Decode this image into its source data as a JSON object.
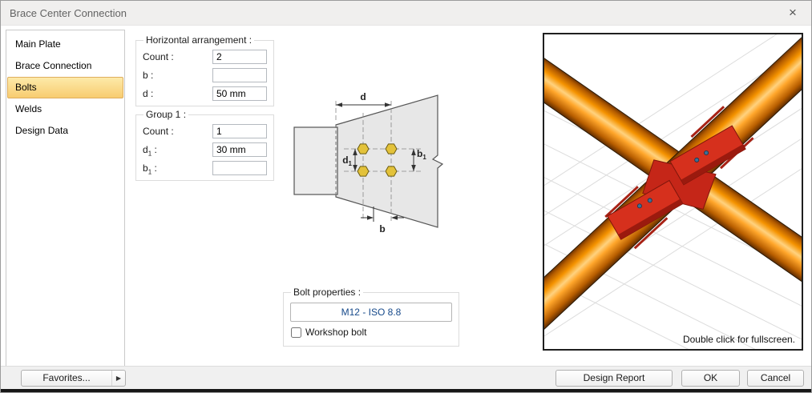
{
  "window": {
    "title": "Brace Center Connection",
    "close_glyph": "×"
  },
  "sidebar": {
    "items": [
      {
        "label": "Main Plate"
      },
      {
        "label": "Brace Connection"
      },
      {
        "label": "Bolts"
      },
      {
        "label": "Welds"
      },
      {
        "label": "Design Data"
      }
    ]
  },
  "horizontal_arrangement": {
    "title": "Horizontal arrangement :",
    "rows": [
      {
        "base": "Count",
        "sub": "",
        "colon": " :",
        "value": "2"
      },
      {
        "base": "b",
        "sub": "",
        "colon": " :",
        "value": ""
      },
      {
        "base": "d",
        "sub": "",
        "colon": " :",
        "value": "50 mm"
      }
    ]
  },
  "group1": {
    "title": "Group 1 :",
    "rows": [
      {
        "base": "Count",
        "sub": "",
        "colon": " :",
        "value": "1"
      },
      {
        "base": "d",
        "sub": "1",
        "colon": " :",
        "value": "30 mm"
      },
      {
        "base": "b",
        "sub": "1",
        "colon": " :",
        "value": ""
      }
    ]
  },
  "diagram": {
    "dim_d": "d",
    "dim_b": "b",
    "dim_b1_base": "b",
    "dim_b1_sub": "1",
    "dim_d1_base": "d",
    "dim_d1_sub": "1"
  },
  "bolt_properties": {
    "title": "Bolt properties :",
    "bolt_button": "M12 - ISO 8.8",
    "workshop_label": "Workshop bolt",
    "workshop_checked": false
  },
  "preview": {
    "caption": "Double click for fullscreen."
  },
  "footer": {
    "favorites": "Favorites...",
    "favorites_arrow": "▶",
    "design_report": "Design Report",
    "ok": "OK",
    "cancel": "Cancel"
  },
  "colors": {
    "selection_highlight": "#f8cc70",
    "brace_orange": "#ff9a1c",
    "plate_red": "#d6301d",
    "bolt_yellow": "#e3c23a"
  }
}
